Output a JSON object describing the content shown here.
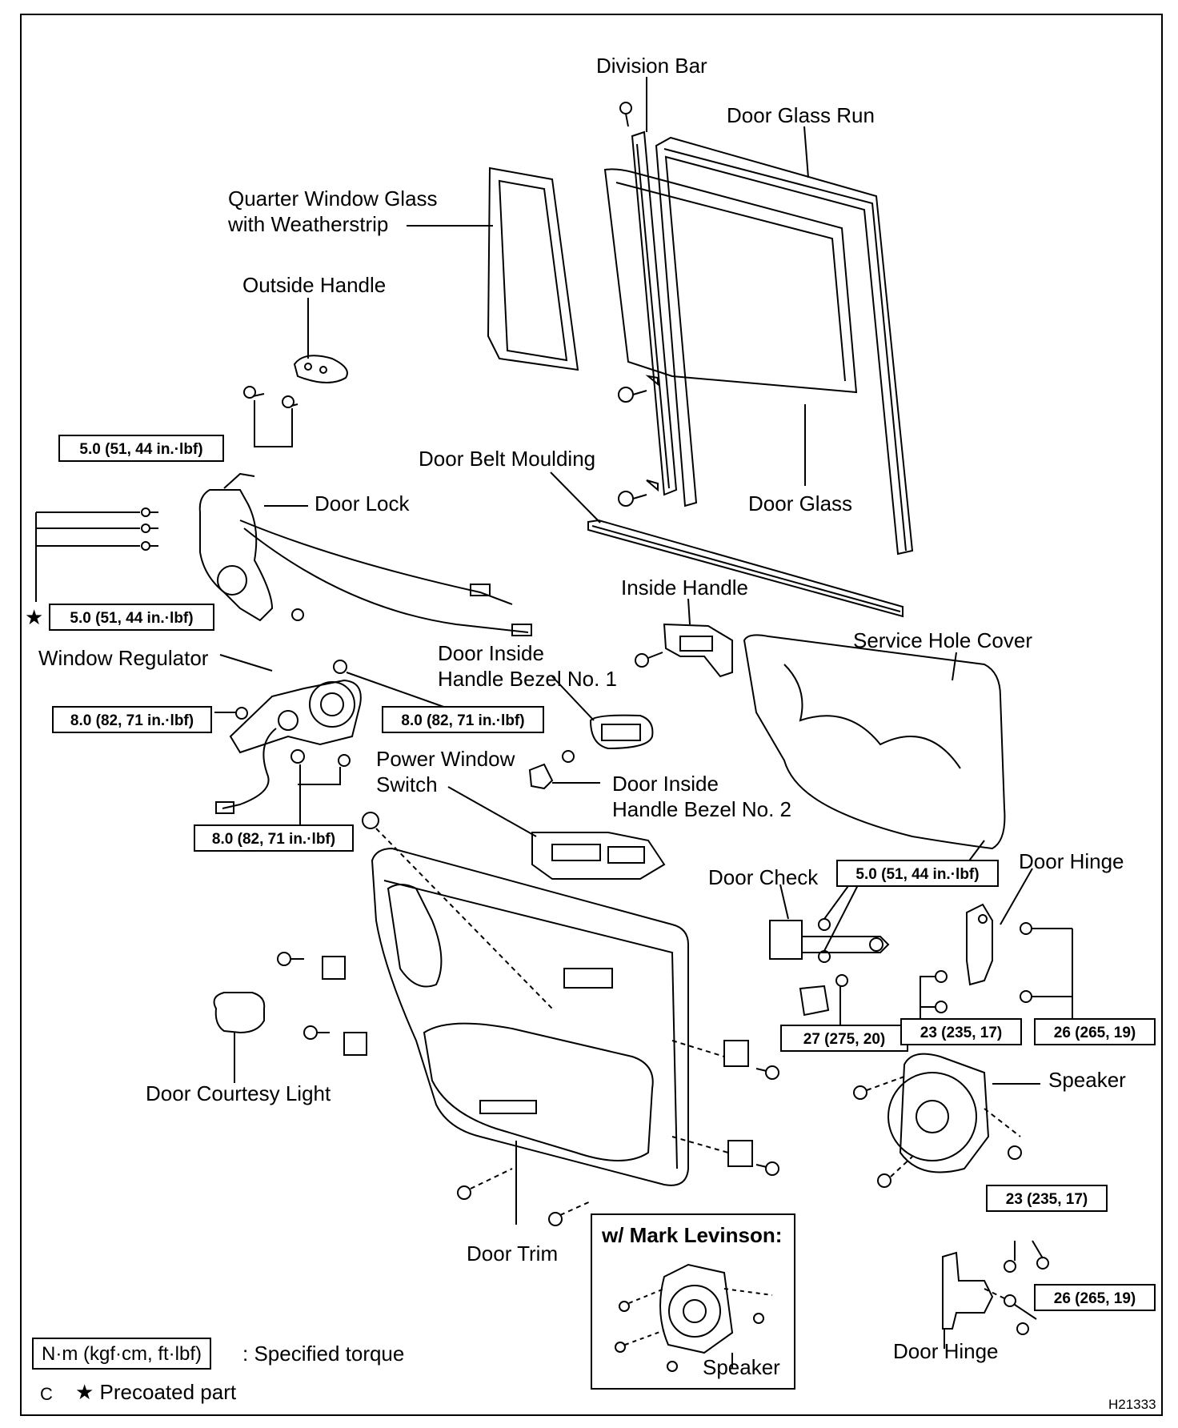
{
  "labels": {
    "division_bar": "Division Bar",
    "door_glass_run": "Door Glass Run",
    "quarter_window_glass": "Quarter Window Glass",
    "with_weatherstrip": "with Weatherstrip",
    "outside_handle": "Outside Handle",
    "door_belt_moulding": "Door Belt Moulding",
    "door_lock": "Door Lock",
    "door_glass": "Door Glass",
    "inside_handle": "Inside Handle",
    "window_regulator": "Window Regulator",
    "door_inside_bezel_1_line1": "Door Inside",
    "door_inside_bezel_1_line2": "Handle Bezel No. 1",
    "service_hole_cover": "Service Hole Cover",
    "power_window_line1": "Power Window",
    "power_window_line2": "Switch",
    "door_inside_bezel_2_line1": "Door Inside",
    "door_inside_bezel_2_line2": "Handle Bezel No. 2",
    "door_check": "Door Check",
    "door_hinge_top": "Door Hinge",
    "door_courtesy_light": "Door Courtesy Light",
    "speaker": "Speaker",
    "door_trim": "Door Trim",
    "door_hinge_bottom": "Door Hinge",
    "inset_speaker": "Speaker"
  },
  "torques": {
    "outside_handle": "5.0 (51, 44 in.·lbf)",
    "door_lock": "5.0 (51, 44 in.·lbf)",
    "regulator_left": "8.0 (82, 71 in.·lbf)",
    "regulator_right": "8.0 (82, 71 in.·lbf)",
    "regulator_bottom": "8.0 (82, 71 in.·lbf)",
    "door_check": "5.0 (51, 44 in.·lbf)",
    "door_check_lower": "27 (275, 20)",
    "hinge_top_a": "23 (235, 17)",
    "hinge_top_b": "26 (265, 19)",
    "hinge_bottom_a": "23 (235, 17)",
    "hinge_bottom_b": "26 (265, 19)"
  },
  "star_symbol": "★",
  "inset": {
    "title": "w/ Mark Levinson:"
  },
  "legend": {
    "torque_unit": "N·m (kgf·cm, ft·lbf)",
    "torque_desc": ": Specified torque",
    "c_mark": "C",
    "precoat_desc": "★ Precoated part"
  },
  "drawing_code": "H21333"
}
